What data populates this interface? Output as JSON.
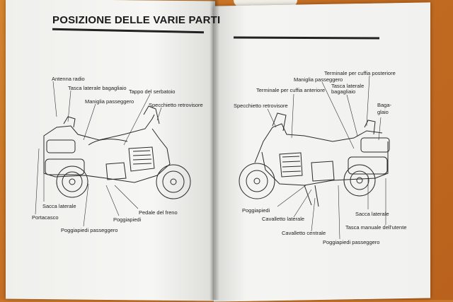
{
  "left_page": {
    "title": "POSIZIONE DELLE VARIE PARTI",
    "labels": [
      "Antenna radio",
      "Tasca laterale bagagliaio",
      "Maniglia passeggero",
      "Tappo del serbatoio",
      "Specchietto retrovisore",
      "Sacca laterale",
      "Portacasco",
      "Pedale del freno",
      "Poggiapiedi",
      "Poggiapiedi passeggero"
    ]
  },
  "right_page": {
    "labels": [
      "Terminale per cuffia posteriore",
      "Maniglia passeggero",
      "Tasca laterale bagagliaio",
      "Terminale per cuffia anteriore",
      "Specchietto retrovisore",
      "Baga-",
      "glaio",
      "Poggiapiedi",
      "Cavalletto laterale",
      "Sacca laterale",
      "Tasca manuale dell'utente",
      "Cavalletto centrale",
      "Poggiapiedi passeggero"
    ]
  }
}
